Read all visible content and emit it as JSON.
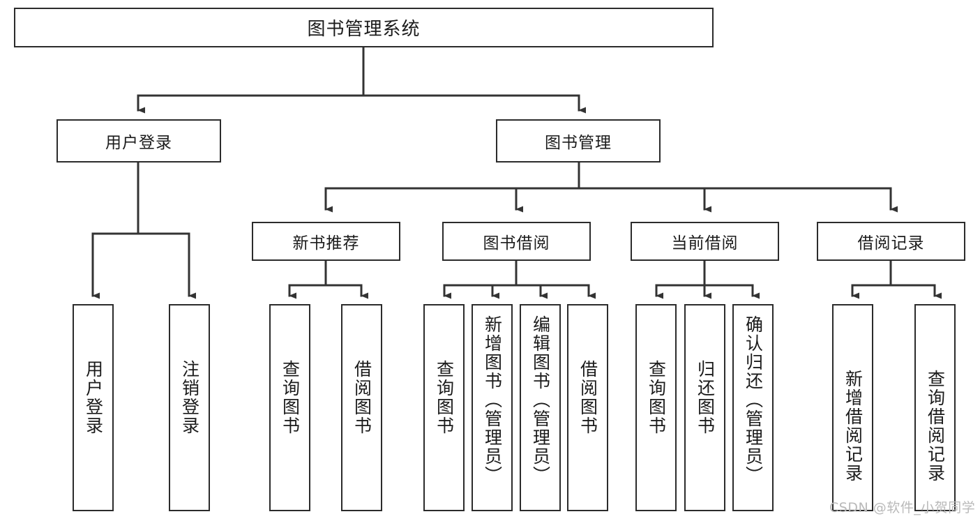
{
  "diagram": {
    "title": "图书管理系统",
    "type": "tree",
    "root": {
      "label": "图书管理系统"
    },
    "level2": [
      {
        "id": "user-login",
        "label": "用户登录"
      },
      {
        "id": "book-manage",
        "label": "图书管理"
      }
    ],
    "level3": [
      {
        "id": "new-book-recommend",
        "label": "新书推荐",
        "parent": "book-manage"
      },
      {
        "id": "book-borrow",
        "label": "图书借阅",
        "parent": "book-manage"
      },
      {
        "id": "current-borrow",
        "label": "当前借阅",
        "parent": "book-manage"
      },
      {
        "id": "borrow-record",
        "label": "借阅记录",
        "parent": "book-manage"
      }
    ],
    "leaves": [
      {
        "id": "leaf-user-login",
        "label": "用户登录",
        "parent": "user-login"
      },
      {
        "id": "leaf-logout",
        "label": "注销登录",
        "parent": "user-login"
      },
      {
        "id": "leaf-query-book-1",
        "label": "查询图书",
        "parent": "new-book-recommend"
      },
      {
        "id": "leaf-borrow-book-1",
        "label": "借阅图书",
        "parent": "new-book-recommend"
      },
      {
        "id": "leaf-query-book-2",
        "label": "查询图书",
        "parent": "book-borrow"
      },
      {
        "id": "leaf-add-book-admin",
        "label": "新增图书（管理员）",
        "parent": "book-borrow"
      },
      {
        "id": "leaf-edit-book-admin",
        "label": "编辑图书（管理员）",
        "parent": "book-borrow"
      },
      {
        "id": "leaf-borrow-book-2",
        "label": "借阅图书",
        "parent": "book-borrow"
      },
      {
        "id": "leaf-query-book-3",
        "label": "查询图书",
        "parent": "current-borrow"
      },
      {
        "id": "leaf-return-book",
        "label": "归还图书",
        "parent": "current-borrow"
      },
      {
        "id": "leaf-confirm-return-admin",
        "label": "确认归还（管理员）",
        "parent": "current-borrow"
      },
      {
        "id": "leaf-add-record",
        "label": "新增借阅记录",
        "parent": "borrow-record"
      },
      {
        "id": "leaf-query-record",
        "label": "查询借阅记录",
        "parent": "borrow-record"
      }
    ]
  },
  "watermark": {
    "text": "CSDN @软件_小贺同学"
  },
  "colors": {
    "box_border": "#2b2b2b",
    "box_fill": "#ffffff",
    "text": "#1b1b1b",
    "connector": "#333333",
    "watermark": "#b9b9b9",
    "background": "#ffffff"
  }
}
